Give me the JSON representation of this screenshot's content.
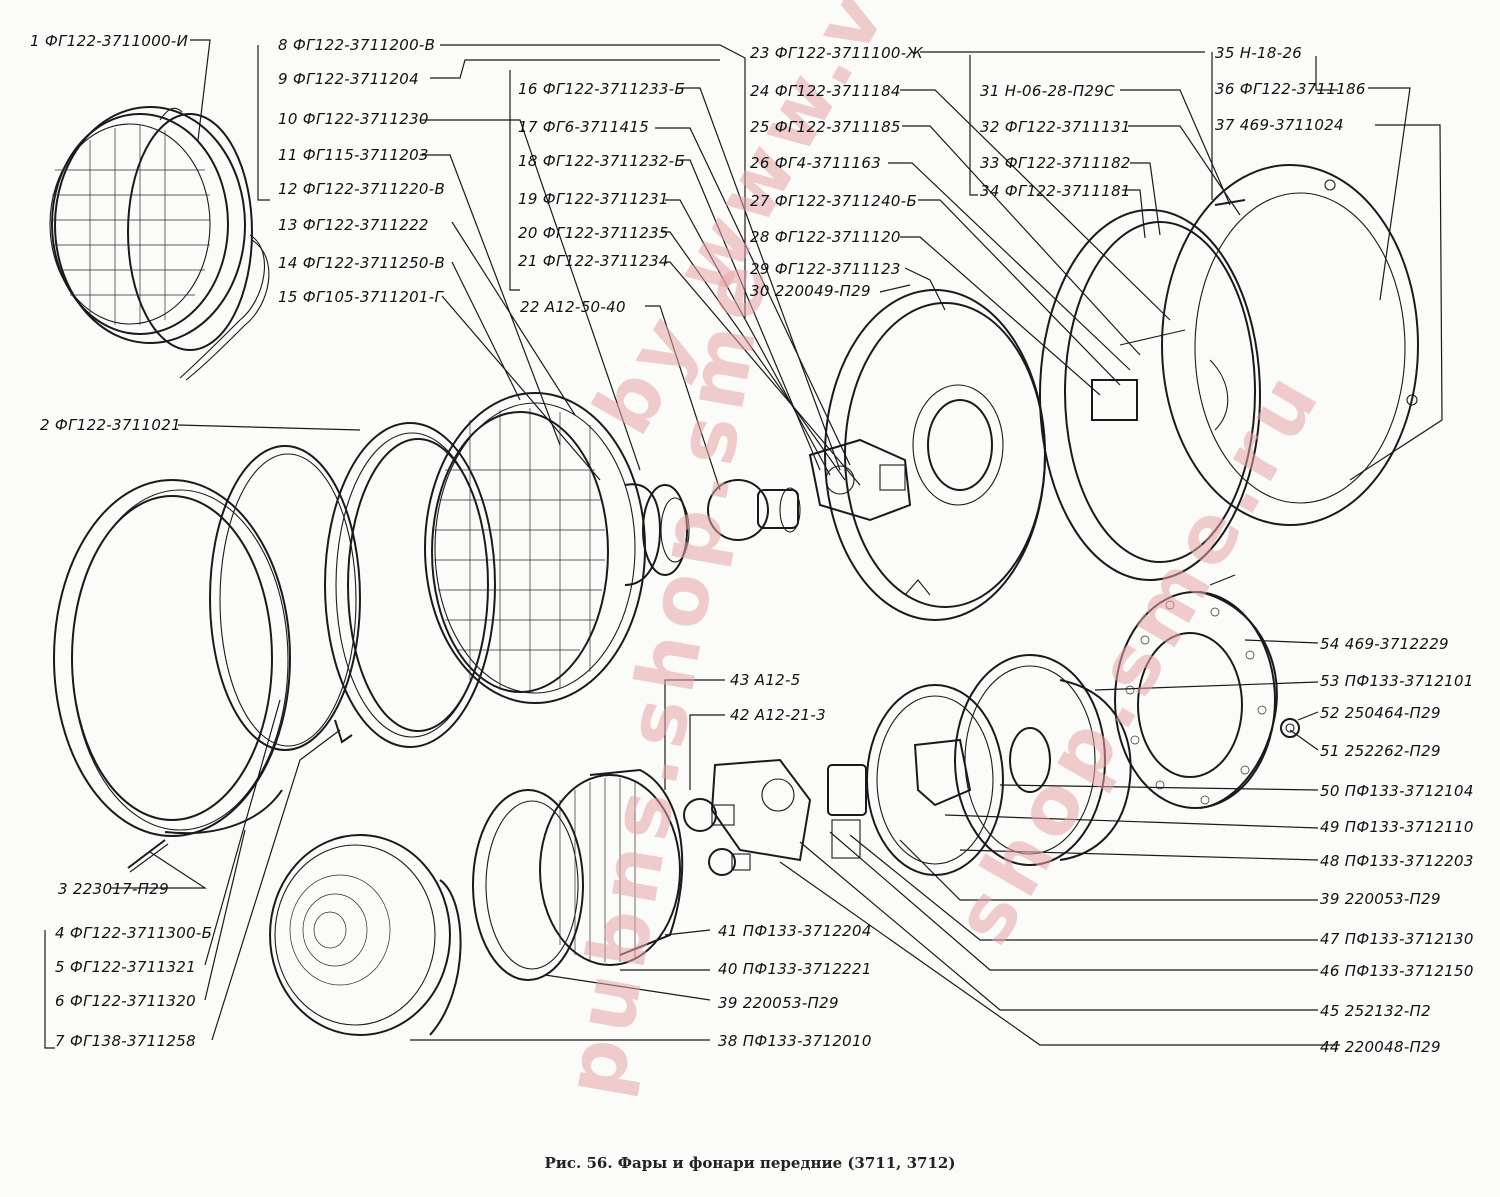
{
  "caption": "Рис. 56. Фары и фонари передние (3711, 3712)",
  "watermark": {
    "line1": "by www.vaz.ru",
    "line2": "shop.sme.ru",
    "line3": "pubns.shop.sme"
  },
  "callouts": [
    {
      "id": "c1",
      "text": "1 ФГ122-3711000-И"
    },
    {
      "id": "c2",
      "text": "2 ФГ122-3711021"
    },
    {
      "id": "c3",
      "text": "3 223017-П29"
    },
    {
      "id": "c4",
      "text": "4 ФГ122-3711300-Б"
    },
    {
      "id": "c5",
      "text": "5 ФГ122-3711321"
    },
    {
      "id": "c6",
      "text": "6 ФГ122-3711320"
    },
    {
      "id": "c7",
      "text": "7 ФГ138-3711258"
    },
    {
      "id": "c8",
      "text": "8 ФГ122-3711200-В"
    },
    {
      "id": "c9",
      "text": "9 ФГ122-3711204"
    },
    {
      "id": "c10",
      "text": "10 ФГ122-3711230"
    },
    {
      "id": "c11",
      "text": "11 ФГ115-3711203"
    },
    {
      "id": "c12",
      "text": "12 ФГ122-3711220-В"
    },
    {
      "id": "c13",
      "text": "13 ФГ122-3711222"
    },
    {
      "id": "c14",
      "text": "14 ФГ122-3711250-В"
    },
    {
      "id": "c15",
      "text": "15 ФГ105-3711201-Г"
    },
    {
      "id": "c16",
      "text": "16 ФГ122-3711233-Б"
    },
    {
      "id": "c17",
      "text": "17 ФГ6-3711415"
    },
    {
      "id": "c18",
      "text": "18 ФГ122-3711232-Б"
    },
    {
      "id": "c19",
      "text": "19 ФГ122-3711231"
    },
    {
      "id": "c20",
      "text": "20 ФГ122-3711235"
    },
    {
      "id": "c21",
      "text": "21 ФГ122-3711234"
    },
    {
      "id": "c22",
      "text": "22 А12-50-40"
    },
    {
      "id": "c23",
      "text": "23 ФГ122-3711100-Ж"
    },
    {
      "id": "c24",
      "text": "24 ФГ122-3711184"
    },
    {
      "id": "c25",
      "text": "25 ФГ122-3711185"
    },
    {
      "id": "c26",
      "text": "26 ФГ4-3711163"
    },
    {
      "id": "c27",
      "text": "27 ФГ122-3711240-Б"
    },
    {
      "id": "c28",
      "text": "28 ФГ122-3711120"
    },
    {
      "id": "c29",
      "text": "29 ФГ122-3711123"
    },
    {
      "id": "c30",
      "text": "30 220049-П29"
    },
    {
      "id": "c31",
      "text": "31 Н-06-28-П29С"
    },
    {
      "id": "c32",
      "text": "32 ФГ122-3711131"
    },
    {
      "id": "c33",
      "text": "33 ФГ122-3711182"
    },
    {
      "id": "c34",
      "text": "34 ФГ122-3711181"
    },
    {
      "id": "c35",
      "text": "35 Н-18-26"
    },
    {
      "id": "c36",
      "text": "36 ФГ122-3711186"
    },
    {
      "id": "c37",
      "text": "37 469-3711024"
    },
    {
      "id": "c38",
      "text": "38 ПФ133-3712010"
    },
    {
      "id": "c39a",
      "text": "39 220053-П29"
    },
    {
      "id": "c40",
      "text": "40 ПФ133-3712221"
    },
    {
      "id": "c41",
      "text": "41 ПФ133-3712204"
    },
    {
      "id": "c42",
      "text": "42 А12-21-3"
    },
    {
      "id": "c43",
      "text": "43 А12-5"
    },
    {
      "id": "c44",
      "text": "44 220048-П29"
    },
    {
      "id": "c45",
      "text": "45 252132-П2"
    },
    {
      "id": "c46",
      "text": "46 ПФ133-3712150"
    },
    {
      "id": "c47",
      "text": "47 ПФ133-3712130"
    },
    {
      "id": "c39b",
      "text": "39 220053-П29"
    },
    {
      "id": "c48",
      "text": "48 ПФ133-3712203"
    },
    {
      "id": "c49",
      "text": "49 ПФ133-3712110"
    },
    {
      "id": "c50",
      "text": "50 ПФ133-3712104"
    },
    {
      "id": "c51",
      "text": "51 252262-П29"
    },
    {
      "id": "c52",
      "text": "52 250464-П29"
    },
    {
      "id": "c53",
      "text": "53 ПФ133-3712101"
    },
    {
      "id": "c54",
      "text": "54 469-3712229"
    }
  ]
}
